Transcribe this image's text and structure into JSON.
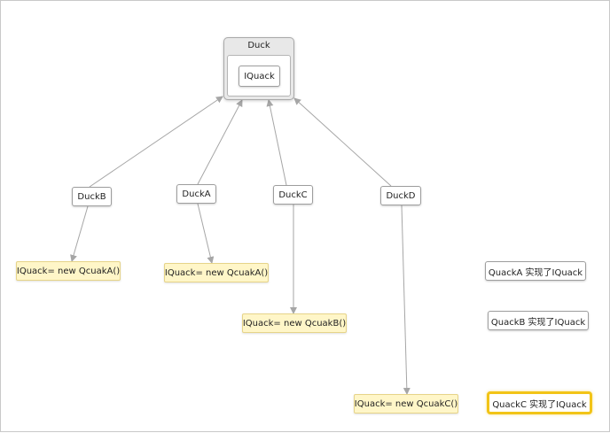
{
  "diagram": {
    "parent": {
      "title": "Duck",
      "member": "IQuack"
    },
    "children": [
      {
        "label": "DuckB",
        "assignment": "IQuack= new QcuakA()"
      },
      {
        "label": "DuckA",
        "assignment": "IQuack= new QcuakA()"
      },
      {
        "label": "DuckC",
        "assignment": "IQuack= new QcuakB()"
      },
      {
        "label": "DuckD",
        "assignment": "IQuack= new QcuakC()"
      }
    ],
    "implementations": [
      "QuackA 实现了IQuack",
      "QuackB 实现了IQuack",
      "QuackC 实现了IQuack"
    ],
    "colors": {
      "edge": "#a6a6a6",
      "note_fill": "#fff6c8",
      "selected_border": "#f2c417"
    }
  }
}
